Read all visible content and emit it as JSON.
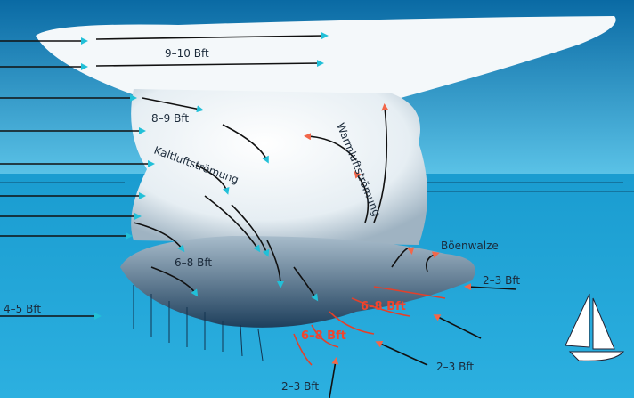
{
  "labels": {
    "top_wind": "9–10 Bft",
    "upper_wind": "8–9 Bft",
    "cold_flow": "Kaltluftströmung",
    "warm_flow": "Warmluftströmung",
    "gust_roll": "Böenwalze",
    "inner_wind": "6–8 Bft",
    "gust_front_1": "6–8 Bft",
    "gust_front_2": "6–8 Bft",
    "right_wind": "2–3 Bft",
    "left_wind": "4–5 Bft",
    "lower_right_wind": "2–3 Bft",
    "bottom_wind": "2–3 Bft"
  },
  "colors": {
    "sky_top": "#0a6fa8",
    "sea": "#1aa6d8",
    "cold_arrow": "#22c0d8",
    "warm_arrow": "#f2674a",
    "gust_text": "#f0452e"
  }
}
